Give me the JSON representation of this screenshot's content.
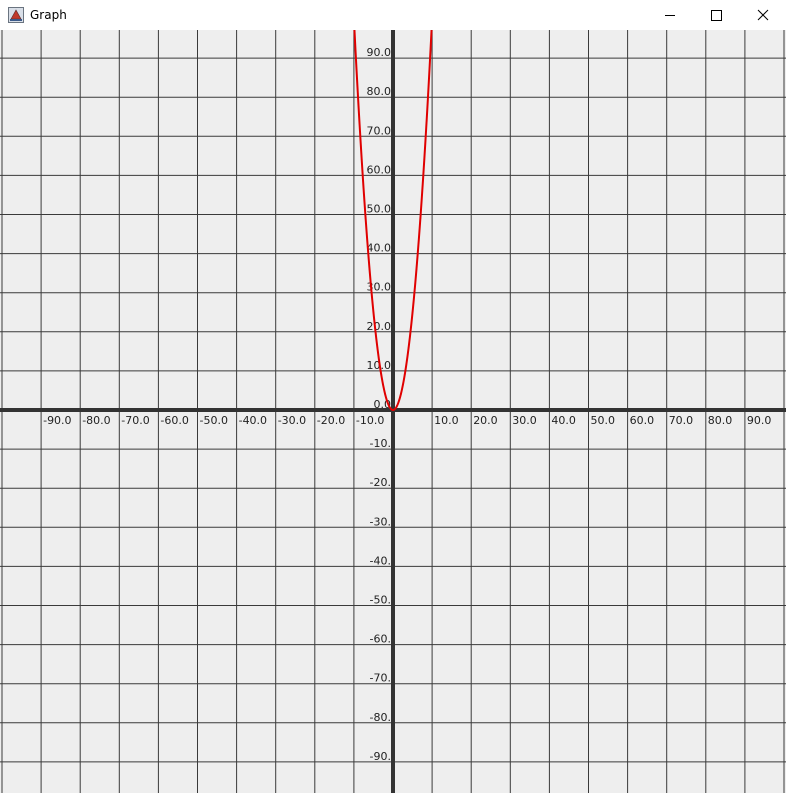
{
  "window": {
    "title": "Graph",
    "icon": "java-app-icon",
    "controls": [
      "minimize-icon",
      "maximize-icon",
      "close-icon"
    ]
  },
  "chart_data": {
    "type": "line",
    "title": "",
    "xlabel": "",
    "ylabel": "",
    "grid": true,
    "xlim": [
      -100,
      100
    ],
    "ylim": [
      -100,
      100
    ],
    "x_ticks": [
      "-90.0",
      "-80.0",
      "-70.0",
      "-60.0",
      "-50.0",
      "-40.0",
      "-30.0",
      "-20.0",
      "-10.0",
      "10.0",
      "20.0",
      "30.0",
      "40.0",
      "50.0",
      "60.0",
      "70.0",
      "80.0",
      "90.0"
    ],
    "y_ticks_positive": [
      "0.0",
      "10.0",
      "20.0",
      "30.0",
      "40.0",
      "50.0",
      "60.0",
      "70.0",
      "80.0",
      "90.0"
    ],
    "y_ticks_negative": [
      "-10.",
      "-20.",
      "-30.",
      "-40.",
      "-50.",
      "-60.",
      "-70.",
      "-80.",
      "-90."
    ],
    "series": [
      {
        "color": "#e00000",
        "x": [
          -10,
          -9,
          -8,
          -7,
          -6,
          -5,
          -4,
          -3,
          -2,
          -1,
          0,
          1,
          2,
          3,
          4,
          5,
          6,
          7,
          8,
          9,
          10
        ],
        "y": [
          100,
          81,
          64,
          49,
          36,
          25,
          16,
          9,
          4,
          1,
          0,
          1,
          4,
          9,
          16,
          25,
          36,
          49,
          64,
          81,
          100
        ]
      }
    ]
  }
}
